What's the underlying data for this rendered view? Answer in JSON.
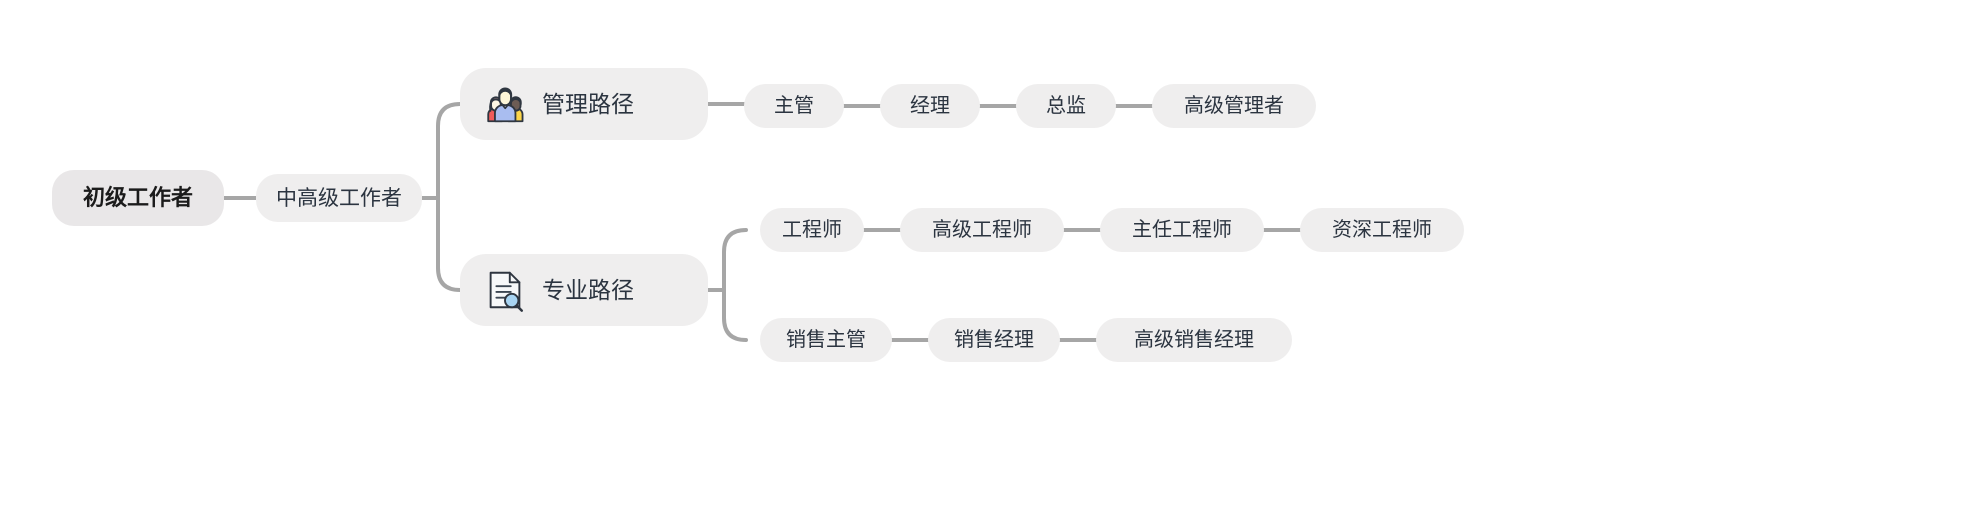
{
  "diagram": {
    "type": "career-path-tree",
    "orientation": "left-to-right",
    "link_color": "#a6a6a6",
    "node_color": "#efeeee",
    "root_node_color": "#e9e7e8",
    "text_color": "#2b3440",
    "background": "#ffffff"
  },
  "nodes": {
    "root": {
      "label": "初级工作者",
      "icon": null
    },
    "mid": {
      "label": "中高级工作者",
      "icon": null
    },
    "management_branch": {
      "label": "管理路径",
      "icon": "people-group-icon"
    },
    "professional_branch": {
      "label": "专业路径",
      "icon": "document-search-icon"
    }
  },
  "tracks": {
    "management": {
      "branch_label": "管理路径",
      "steps": [
        {
          "label": "主管"
        },
        {
          "label": "经理"
        },
        {
          "label": "总监"
        },
        {
          "label": "高级管理者"
        }
      ]
    },
    "engineering": {
      "steps": [
        {
          "label": "工程师"
        },
        {
          "label": "高级工程师"
        },
        {
          "label": "主任工程师"
        },
        {
          "label": "资深工程师"
        }
      ]
    },
    "sales": {
      "steps": [
        {
          "label": "销售主管"
        },
        {
          "label": "销售经理"
        },
        {
          "label": "高级销售经理"
        }
      ]
    }
  },
  "icons": {
    "people_group": {
      "name": "people-group-icon",
      "colors": {
        "person_left_hair": "#f7b9b9",
        "person_left_shirt": "#ef5b5b",
        "person_center_hair": "#2f3640",
        "person_center_face": "#fdf6d8",
        "person_center_shirt": "#a9bdf0",
        "person_right_hair": "#2f3640",
        "person_right_face": "#6d5c54",
        "person_right_shirt": "#fcd load",
        "outline": "#2f3640"
      }
    },
    "document_search": {
      "name": "document-search-icon",
      "colors": {
        "page": "#f7f8f9",
        "outline": "#2f3640",
        "lens": "#a8d4f2",
        "lines": "#3c4652"
      }
    }
  }
}
